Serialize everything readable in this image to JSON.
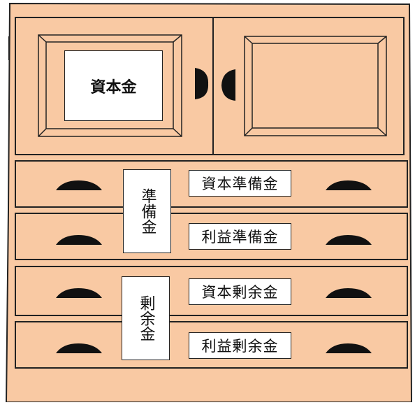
{
  "cabinet": {
    "color": "#f9c9a3",
    "outline": "#222222",
    "handle_color": "#111111",
    "door_label": "資本金",
    "group_labels": [
      "準備金",
      "剰余金"
    ],
    "drawer_labels": [
      "資本準備金",
      "利益準備金",
      "資本剰余金",
      "利益剰余金"
    ]
  }
}
